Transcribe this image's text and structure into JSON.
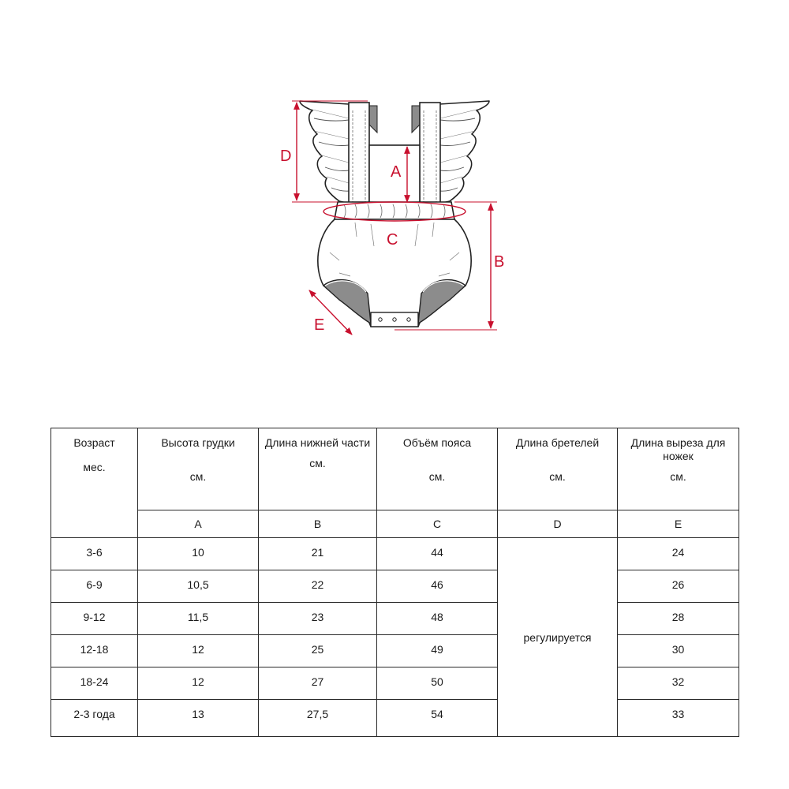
{
  "diagram": {
    "labels": {
      "a": "A",
      "b": "B",
      "c": "C",
      "d": "D",
      "e": "E"
    },
    "colors": {
      "measure": "#c8102e",
      "outline": "#222222",
      "shade": "#8c8c8c"
    }
  },
  "table": {
    "headers": [
      {
        "title": "Возраст",
        "unit": "мес."
      },
      {
        "title": "Высота грудки",
        "unit": "см."
      },
      {
        "title": "Длина нижней части",
        "unit": "см."
      },
      {
        "title": "Объём пояса",
        "unit": "см."
      },
      {
        "title": "Длина бретелей",
        "unit": "см."
      },
      {
        "title": "Длина выреза для ножек",
        "unit": "см."
      }
    ],
    "letters": [
      "A",
      "B",
      "C",
      "D",
      "E"
    ],
    "rows": [
      {
        "age": "3-6",
        "a": "10",
        "b": "21",
        "c": "44",
        "e": "24"
      },
      {
        "age": "6-9",
        "a": "10,5",
        "b": "22",
        "c": "46",
        "e": "26"
      },
      {
        "age": "9-12",
        "a": "11,5",
        "b": "23",
        "c": "48",
        "e": "28"
      },
      {
        "age": "12-18",
        "a": "12",
        "b": "25",
        "c": "49",
        "e": "30"
      },
      {
        "age": "18-24",
        "a": "12",
        "b": "27",
        "c": "50",
        "e": "32"
      },
      {
        "age": "2-3 года",
        "a": "13",
        "b": "27,5",
        "c": "54",
        "e": "33"
      }
    ],
    "strap_note": "регулируется"
  }
}
